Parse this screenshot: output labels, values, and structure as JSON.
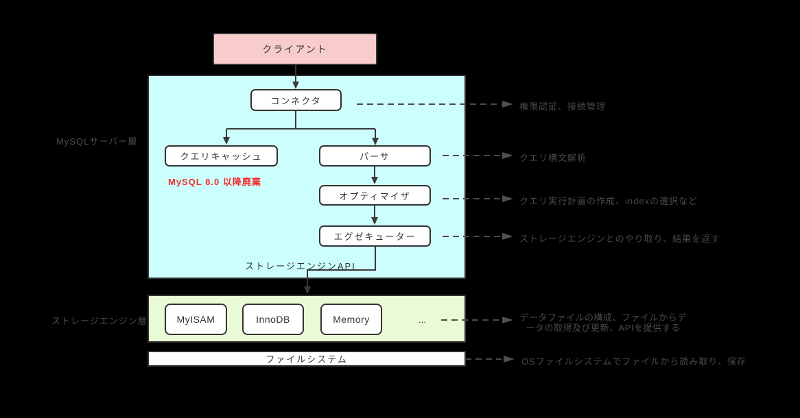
{
  "client": {
    "label": "クライアント"
  },
  "server_layer": {
    "label": "MySQLサーバー層",
    "nodes": {
      "connector": "コンネクタ",
      "query_cache": "クエリキャッシュ",
      "parser": "パーサ",
      "optimizer": "オプティマイザ",
      "executor": "エグゼキューター"
    },
    "deprecated_note": "MySQL 8.0 以降廃棄",
    "api_label": "ストレージエンジンAPI"
  },
  "storage_layer": {
    "label": "ストレージエンジン層",
    "engines": [
      "MyISAM",
      "InnoDB",
      "Memory"
    ],
    "more": "..."
  },
  "filesystem": {
    "label": "ファイルシステム"
  },
  "annotations": [
    {
      "target": "connector",
      "text": "権限認証、接続管理"
    },
    {
      "target": "parser",
      "text": "クエリ構文解析"
    },
    {
      "target": "optimizer",
      "text": "クエリ実行計画の作成、indexの選択など"
    },
    {
      "target": "executor",
      "text": "ストレージエンジンとのやり取り、結果を返す"
    },
    {
      "target": "storage",
      "text": "データファイルの構成、ファイルからデータの取得及び更新、APIを提供する"
    },
    {
      "target": "filesystem",
      "text": "OSファイルシステムでファイルから読み取り、保存"
    }
  ],
  "colors": {
    "background": "#000000",
    "client_fill": "#F9CCCC",
    "server_fill": "#CDFEFE",
    "storage_fill": "#E9FBD6",
    "node_fill": "#FFFFFF",
    "border": "#333333",
    "deprecated_text": "#F32C2C",
    "annotation_text": "#4A4A4A"
  }
}
